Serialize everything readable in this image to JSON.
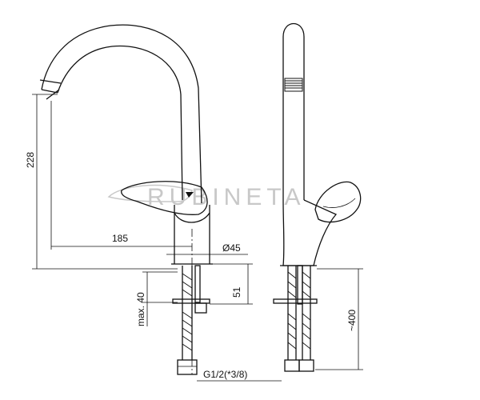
{
  "watermark": "RUBINETA",
  "colors": {
    "line": "#111111",
    "watermark": "#c8c8c8",
    "background": "#ffffff"
  },
  "front_view": {
    "dim_height": "228",
    "dim_reach": "185",
    "dim_diameter": "Ø45",
    "dim_max": "max. 40",
    "dim_51": "51",
    "thread": "G1/2(*3/8)"
  },
  "side_view": {
    "dim_hose": "~400"
  }
}
